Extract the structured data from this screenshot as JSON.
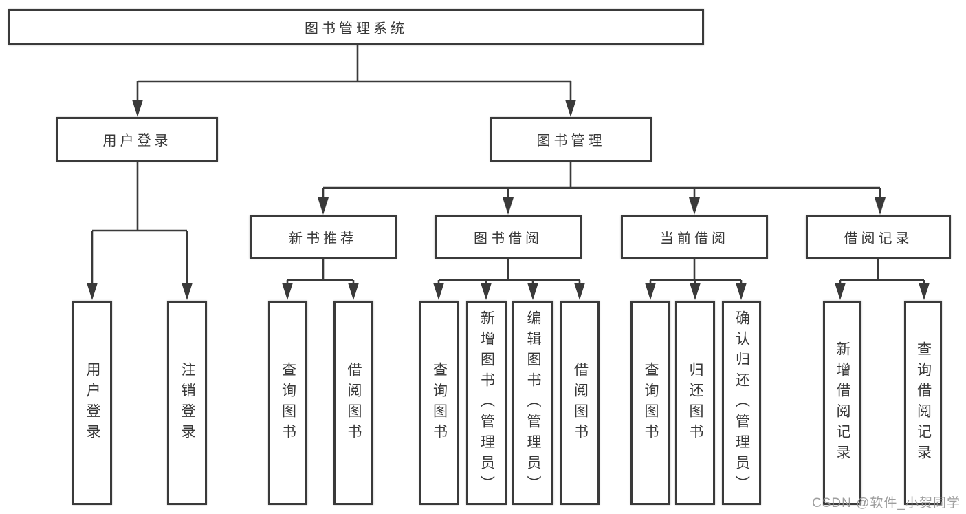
{
  "diagram": {
    "title_node": "图书管理系统",
    "nodes": {
      "root": {
        "label": "图书管理系统"
      },
      "l2": [
        {
          "label": "用户登录"
        },
        {
          "label": "图书管理"
        }
      ],
      "l3": [
        {
          "label": "新书推荐"
        },
        {
          "label": "图书借阅"
        },
        {
          "label": "当前借阅"
        },
        {
          "label": "借阅记录"
        }
      ],
      "l4": [
        {
          "label": "用户登录"
        },
        {
          "label": "注销登录"
        },
        {
          "label": "查询图书"
        },
        {
          "label": "借阅图书"
        },
        {
          "label": "查询图书"
        },
        {
          "label": "新增图书（管理员）"
        },
        {
          "label": "编辑图书（管理员）"
        },
        {
          "label": "借阅图书"
        },
        {
          "label": "查询图书"
        },
        {
          "label": "归还图书"
        },
        {
          "label": "确认归还（管理员）"
        },
        {
          "label": "新增借阅记录"
        },
        {
          "label": "查询借阅记录"
        }
      ]
    },
    "hierarchy": {
      "图书管理系统": [
        "用户登录",
        "图书管理"
      ],
      "用户登录": [
        "用户登录",
        "注销登录"
      ],
      "图书管理": [
        "新书推荐",
        "图书借阅",
        "当前借阅",
        "借阅记录"
      ],
      "新书推荐": [
        "查询图书",
        "借阅图书"
      ],
      "图书借阅": [
        "查询图书",
        "新增图书（管理员）",
        "编辑图书（管理员）",
        "借阅图书"
      ],
      "当前借阅": [
        "查询图书",
        "归还图书",
        "确认归还（管理员）"
      ],
      "借阅记录": [
        "新增借阅记录",
        "查询借阅记录"
      ]
    },
    "colors": {
      "line": "#3a3a3a",
      "text": "#383838",
      "background": "#ffffff",
      "watermark": "#949494"
    }
  },
  "watermark": {
    "text": "CSDN @软件_小贺同学"
  }
}
